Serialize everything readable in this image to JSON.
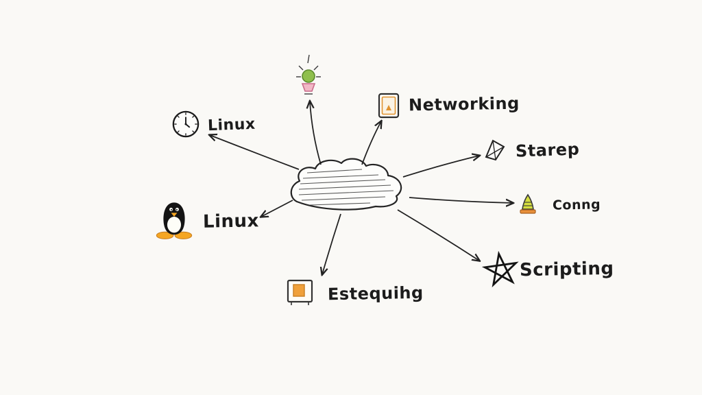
{
  "canvas": {
    "background": "#faf9f6",
    "ink": "#1f1f1f"
  },
  "center": {
    "name": "cloud"
  },
  "nodes": [
    {
      "id": "idea",
      "label": "",
      "icon": "idea-icon"
    },
    {
      "id": "networking",
      "label": "Networking",
      "icon": "device-card-icon"
    },
    {
      "id": "starep",
      "label": "Starep",
      "icon": "kite-diamond-icon"
    },
    {
      "id": "conng",
      "label": "Conng",
      "icon": "gauge-bell-icon"
    },
    {
      "id": "scripting",
      "label": "Scripting",
      "icon": "pentagram-star-icon"
    },
    {
      "id": "estequihg",
      "label": "Estequihg",
      "icon": "framed-square-icon"
    },
    {
      "id": "linux_clock",
      "label": "Linux",
      "icon": "clock-icon"
    },
    {
      "id": "linux_tux",
      "label": "Linux",
      "icon": "tux-penguin-icon"
    }
  ],
  "palette": {
    "orange": "#e8973a",
    "green_ball": "#8fbf4d",
    "pink": "#f2b8c6",
    "yellow_green": "#d6df3f",
    "tux_orange": "#f5a623",
    "ink": "#1f1f1f"
  }
}
